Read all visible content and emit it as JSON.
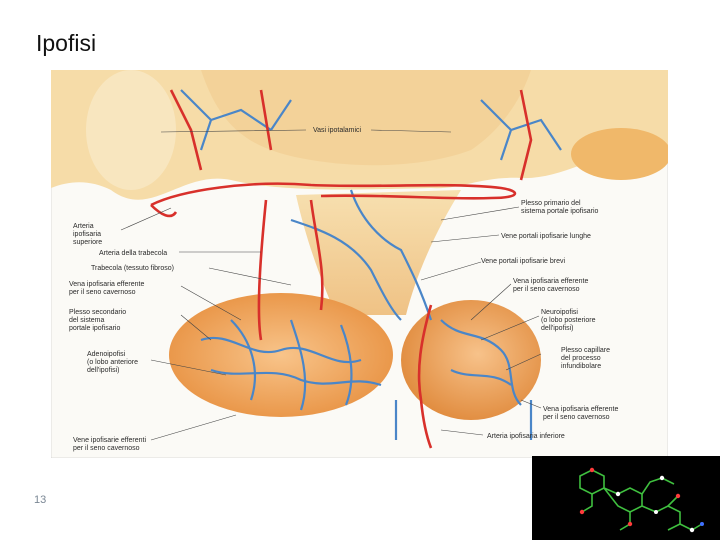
{
  "slide": {
    "title": "Ipofisi",
    "page_number": "13"
  },
  "illustration": {
    "labels": {
      "vasi_ipotalamici": "Vasi ipotalamici",
      "arteria_ipofisaria_superiore": [
        "Arteria",
        "ipofisaria",
        "superiore"
      ],
      "arteria_trabecola": "Arteria della trabecola",
      "trabecola": "Trabecola (tessuto fibroso)",
      "vena_efferente_sx": [
        "Vena ipofisaria efferente",
        "per il seno cavernoso"
      ],
      "plesso_secondario": [
        "Plesso secondario",
        "del sistema",
        "portale ipofisario"
      ],
      "adenoipofisi": [
        "Adenoipofisi",
        "(o lobo anteriore",
        "dell'ipofisi)"
      ],
      "vene_efferenti_basso": [
        "Vene ipofisarie efferenti",
        "per il seno cavernoso"
      ],
      "plesso_primario": [
        "Plesso primario del",
        "sistema portale ipofisario"
      ],
      "vene_portali_lunghe": "Vene portali ipofisarie lunghe",
      "vene_portali_brevi": "Vene portali ipofisarie brevi",
      "vena_efferente_dx": [
        "Vena ipofisaria efferente",
        "per il seno cavernoso"
      ],
      "neuroipofisi": [
        "Neuroipofisi",
        "(o lobo posteriore",
        "dell'ipofisi)"
      ],
      "plesso_capillare": [
        "Plesso capillare",
        "del processo",
        "infundibolare"
      ],
      "vena_efferente_dx_basso": [
        "Vena ipofisaria efferente",
        "per il seno cavernoso"
      ],
      "arteria_inferiore": "Arteria ipofisaria inferiore"
    }
  },
  "colors": {
    "artery": "#d8302b",
    "vein": "#4a86c8",
    "gland": "#efa35a",
    "tissue": "#f6dca8"
  },
  "icons": {
    "molecule": "molecule-icon"
  }
}
